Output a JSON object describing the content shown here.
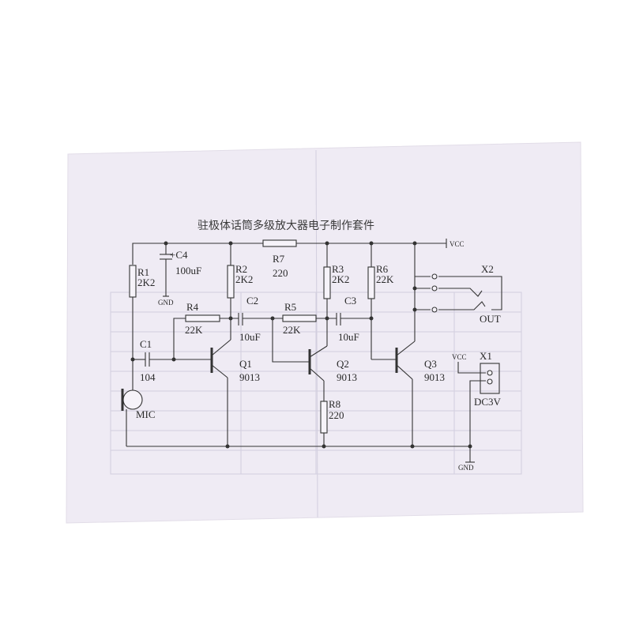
{
  "title": "驻极体话筒多级放大器电子制作套件",
  "labels": {
    "vcc_top": "VCC",
    "vcc_x1": "VCC",
    "gnd_c4": "GND",
    "gnd_bottom": "GND",
    "r1": "R1",
    "r1_val": "2K2",
    "c4": "+C4",
    "c4_val": "100uF",
    "r2": "R2",
    "r2_val": "2K2",
    "r7": "R7",
    "r7_val": "220",
    "r3": "R3",
    "r3_val": "2K2",
    "r6": "R6",
    "r6_val": "22K",
    "x2": "X2",
    "out": "OUT",
    "r4": "R4",
    "r4_val": "22K",
    "c2": "C2",
    "c2_val": "10uF",
    "r5": "R5",
    "r5_val": "22K",
    "c3": "C3",
    "c3_val": "10uF",
    "c1": "C1",
    "c1_val": "104",
    "q1": "Q1",
    "q1_val": "9013",
    "q2": "Q2",
    "q2_val": "9013",
    "q3": "Q3",
    "q3_val": "9013",
    "r8": "R8",
    "r8_val": "220",
    "x1": "X1",
    "dc": "DC3V",
    "mic": "MIC"
  }
}
